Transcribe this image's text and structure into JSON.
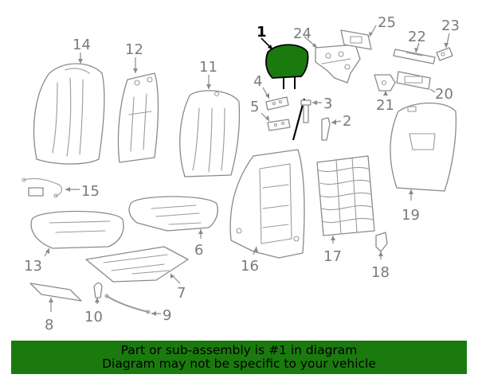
{
  "callouts": {
    "c1": "1",
    "c2": "2",
    "c3": "3",
    "c4": "4",
    "c5": "5",
    "c6": "6",
    "c7": "7",
    "c8": "8",
    "c9": "9",
    "c10": "10",
    "c11": "11",
    "c12": "12",
    "c13": "13",
    "c14": "14",
    "c15": "15",
    "c16": "16",
    "c17": "17",
    "c18": "18",
    "c19": "19",
    "c20": "20",
    "c21": "21",
    "c22": "22",
    "c23": "23",
    "c24": "24",
    "c25": "25"
  },
  "banner": {
    "line1": "Part or sub-assembly is #1 in diagram",
    "line2": "Diagram may not be specific to your vehicle"
  },
  "colors": {
    "highlight": "#1a7a0e",
    "banner_bg": "#1a7a0e",
    "line_art": "#8a8a8a"
  }
}
